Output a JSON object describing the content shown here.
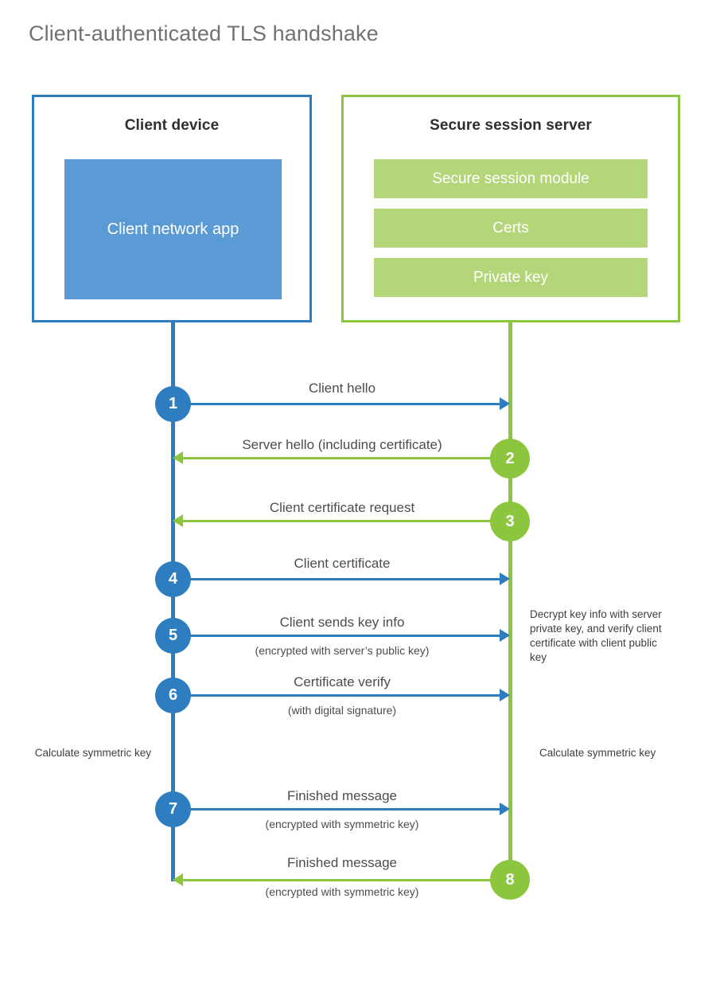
{
  "title": "Client-authenticated TLS handshake",
  "colors": {
    "client_blue": "#2e7dc0",
    "client_app_fill": "#5b9bd5",
    "server_green": "#8cc63f",
    "server_row_fill": "#b5d678",
    "title_gray": "#6f7376",
    "text_gray": "#4a4d50"
  },
  "parties": {
    "client": {
      "title": "Client device",
      "app_label": "Client network app"
    },
    "server": {
      "title": "Secure session server",
      "modules": [
        "Secure session module",
        "Certs",
        "Private key"
      ]
    }
  },
  "steps": [
    {
      "number": "1",
      "label": "Client hello",
      "sublabel": "",
      "direction": "right",
      "color": "blue"
    },
    {
      "number": "2",
      "label": "Server hello (including certificate)",
      "sublabel": "",
      "direction": "left",
      "color": "green"
    },
    {
      "number": "3",
      "label": "Client certificate request",
      "sublabel": "",
      "direction": "left",
      "color": "green"
    },
    {
      "number": "4",
      "label": "Client certificate",
      "sublabel": "",
      "direction": "right",
      "color": "blue"
    },
    {
      "number": "5",
      "label": "Client sends key info",
      "sublabel": "(encrypted with server’s public key)",
      "direction": "right",
      "color": "blue"
    },
    {
      "number": "6",
      "label": "Certificate verify",
      "sublabel": "(with digital signature)",
      "direction": "right",
      "color": "blue"
    },
    {
      "number": "7",
      "label": "Finished message",
      "sublabel": "(encrypted with symmetric key)",
      "direction": "right",
      "color": "blue"
    },
    {
      "number": "8",
      "label": "Finished message",
      "sublabel": "(encrypted with symmetric key)",
      "direction": "left",
      "color": "green"
    }
  ],
  "notes": {
    "server_decrypt": "Decrypt key info with server private key, and verify client certificate with client public key",
    "client_calc": "Calculate symmetric key",
    "server_calc": "Calculate symmetric key"
  }
}
